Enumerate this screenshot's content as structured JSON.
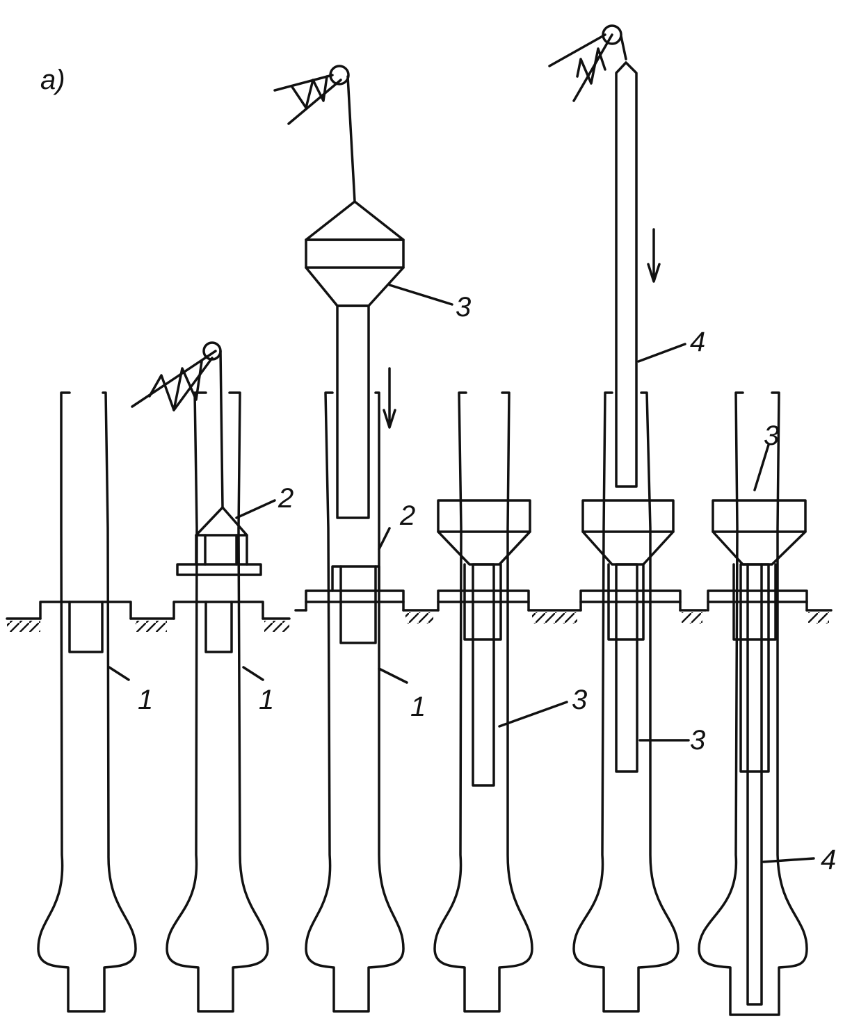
{
  "figure": {
    "panel_label": "a)",
    "labels": {
      "pit": "1",
      "guide": "2",
      "tremie_hopper": "3",
      "tremie": "3",
      "pipe": "4"
    },
    "stroke_color": "#111111",
    "background_color": "#ffffff"
  }
}
